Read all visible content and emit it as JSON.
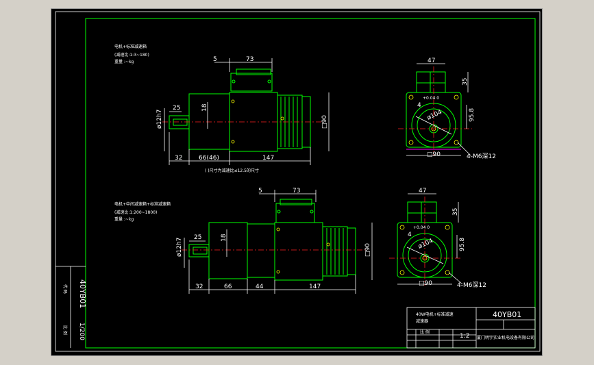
{
  "model": "40YB01",
  "view1": {
    "title": "电机+标准减速箱",
    "ratio": "(减速比:1:3~180)",
    "weight": "重量 :~kg",
    "dims": {
      "top5": "5",
      "top73": "73",
      "d12h7": "ø12h7",
      "d25": "25",
      "d18": "18",
      "b32": "32",
      "b66": "66(46)",
      "b147": "147",
      "sq90": "□90"
    },
    "note": "( )尺寸为减速比≤12.5的尺寸"
  },
  "view2": {
    "title": "电机+中间减速箱+标准减速箱",
    "ratio": "(减速比:1:200~1800)",
    "weight": "重量 :~kg",
    "dims": {
      "top5": "5",
      "top73": "73",
      "d12h7": "ø12h7",
      "d25": "25",
      "d18": "18",
      "b32": "32",
      "b66": "66",
      "b44": "44",
      "b147": "147",
      "sq90": "□90"
    }
  },
  "side1": {
    "d47": "47",
    "d35": "35",
    "d4": "4",
    "tol": "+0.04\n0",
    "d104": "ø104",
    "d95": "95.8",
    "sq90": "□90",
    "holes": "4-M6深12"
  },
  "side2": {
    "d47": "47",
    "d35": "35",
    "d4": "4",
    "tol": "+0.04\n0",
    "d104": "ø104",
    "d95": "95.8",
    "sq90": "□90",
    "holes": "4-M6深12"
  },
  "side_strip": {
    "code": "40YB01",
    "label_a": "代 码",
    "label_b": "比 例",
    "scale": "1/200"
  },
  "title_block": {
    "model": "40YB01",
    "desc1": "40W电机+标准减速",
    "desc2": "减速器",
    "label_scale": "比 例",
    "scale": "1:2",
    "company": "厦门明宇实业机电设备有限公司"
  }
}
